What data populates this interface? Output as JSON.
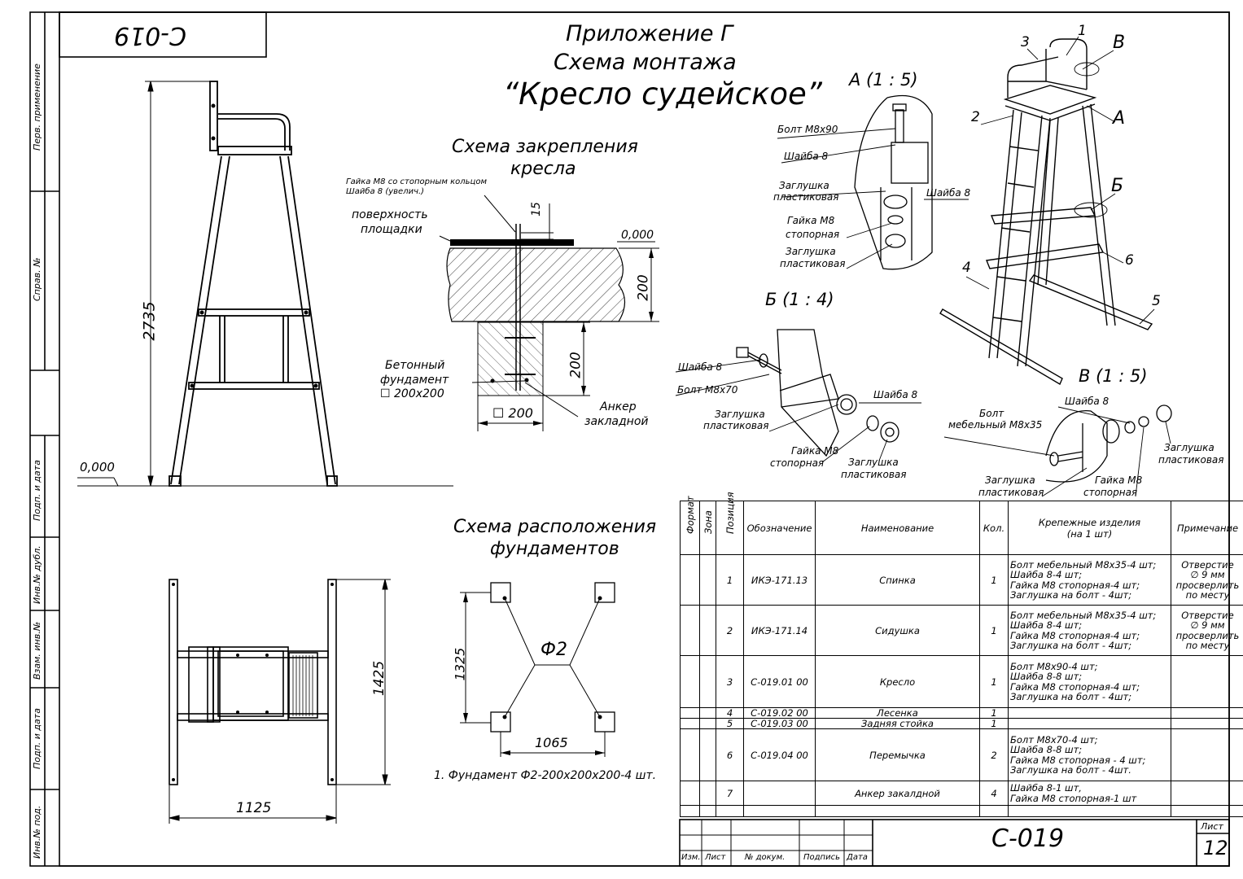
{
  "sheet_code_rotated": "С-019",
  "title": {
    "line1": "Приложение Г",
    "line2": "Схема монтажа",
    "line3": "“Кресло судейское”"
  },
  "side_labels": {
    "perv": "Перв. применение",
    "sprav": "Справ. №",
    "podp1": "Подп. и дата",
    "inv_dubl": "Инв.№ дубл.",
    "vzam": "Взам. инв.№",
    "podp2": "Подп. и дата",
    "inv_pod": "Инв.№ под."
  },
  "front_view": {
    "height_dim": "2735",
    "level": "0,000"
  },
  "fixing": {
    "title1": "Схема закрепления",
    "title2": "кресла",
    "nut_label1": "Гайка М8 со стопорным кольцом",
    "nut_label2": "Шайба 8 (увелич.)",
    "dim15": "15",
    "surface1": "поверхность",
    "surface2": "площадки",
    "level": "0,000",
    "dim200a": "200",
    "dim200b": "200",
    "concrete1": "Бетонный",
    "concrete2": "фундамент",
    "concrete3": "☐ 200х200",
    "base_dim": "☐ 200",
    "anchor1": "Анкер",
    "anchor2": "закладной"
  },
  "detail_a": {
    "title": "А  (1 : 5)",
    "bolt": "Болт  М8х90",
    "washer1": "Шайба 8",
    "cap1a": "Заглушка",
    "cap1b": "пластиковая",
    "washer2": "Шайба 8",
    "nut1": "Гайка М8",
    "nut2": "стопорная",
    "cap2a": "Заглушка",
    "cap2b": "пластиковая"
  },
  "detail_b": {
    "title": "Б  (1 : 4)",
    "washer1": "Шайба 8",
    "bolt": "Болт  М8х70",
    "washer2": "Шайба 8",
    "cap1a": "Заглушка",
    "cap1b": "пластиковая",
    "nut1": "Гайка М8",
    "nut2": "стопорная",
    "cap2a": "Заглушка",
    "cap2b": "пластиковая"
  },
  "detail_v": {
    "title": "В  (1 : 5)",
    "bolt1": "Болт",
    "bolt2": "мебельный М8х35",
    "washer": "Шайба 8",
    "cap1a": "Заглушка",
    "cap1b": "пластиковая",
    "cap2a": "Заглушка",
    "cap2b": "пластиковая",
    "nut1": "Гайка М8",
    "nut2": "стопорная"
  },
  "iso_view": {
    "callouts": [
      "1",
      "2",
      "3",
      "4",
      "5",
      "6"
    ],
    "letters": [
      "В",
      "А",
      "Б"
    ]
  },
  "plan_view": {
    "width_dim": "1125",
    "depth_dim": "1425"
  },
  "foundations": {
    "title1": "Схема расположения",
    "title2": "фундаментов",
    "dim1325": "1325",
    "dim1065": "1065",
    "label": "Ф2",
    "note": "1. Фундамент Ф2-200х200х200-4 шт."
  },
  "spec_table": {
    "headers": {
      "format": "Формат",
      "zone": "Зона",
      "pos": "Позиция",
      "designation": "Обозначение",
      "name": "Наименование",
      "qty": "Кол.",
      "fixings": "Крепежные изделия (на 1 шт)",
      "note": "Примечание"
    },
    "rows": [
      {
        "pos": "1",
        "des": "ИКЭ-171.13",
        "name": "Спинка",
        "qty": "1",
        "fix": [
          "Болт мебельный М8х35-4 шт;",
          "Шайба 8-4 шт;",
          "Гайка М8 стопорная-4 шт;",
          "Заглушка на болт - 4шт;"
        ],
        "note": [
          "Отверстие",
          "∅ 9 мм",
          "просверлить",
          "по месту"
        ]
      },
      {
        "pos": "2",
        "des": "ИКЭ-171.14",
        "name": "Сидушка",
        "qty": "1",
        "fix": [
          "Болт мебельный М8х35-4 шт;",
          "Шайба 8-4 шт;",
          "Гайка М8 стопорная-4 шт;",
          "Заглушка на болт - 4шт;"
        ],
        "note": [
          "Отверстие",
          "∅ 9 мм",
          "просверлить",
          "по месту"
        ]
      },
      {
        "pos": "3",
        "des": "С-019.01 00",
        "name": "Кресло",
        "qty": "1",
        "fix": [
          "Болт  М8х90-4 шт;",
          "Шайба 8-8 шт;",
          "Гайка М8 стопорная-4 шт;",
          "Заглушка на болт - 4шт;"
        ],
        "note": []
      },
      {
        "pos": "4",
        "des": "С-019.02 00",
        "name": "Лесенка",
        "qty": "1",
        "fix": [],
        "note": []
      },
      {
        "pos": "5",
        "des": "С-019.03 00",
        "name": "Задняя стойка",
        "qty": "1",
        "fix": [],
        "note": []
      },
      {
        "pos": "6",
        "des": "С-019.04  00",
        "name": "Перемычка",
        "qty": "2",
        "fix": [
          "Болт  М8х70-4 шт;",
          "Шайба 8-8 шт;",
          "Гайка М8 стопорная - 4 шт;",
          "Заглушка на болт - 4шт."
        ],
        "note": []
      },
      {
        "pos": "7",
        "des": "",
        "name": "Анкер закалдной",
        "qty": "4",
        "fix": [
          "Шайба 8-1 шт,",
          "Гайка М8 стопорная-1 шт"
        ],
        "note": []
      }
    ]
  },
  "title_block": {
    "code": "С-019",
    "sheet_label": "Лист",
    "sheet_no": "12",
    "izm": "Изм.",
    "list": "Лист",
    "doc": "№ докум.",
    "podp": "Подпись",
    "data": "Дата"
  }
}
